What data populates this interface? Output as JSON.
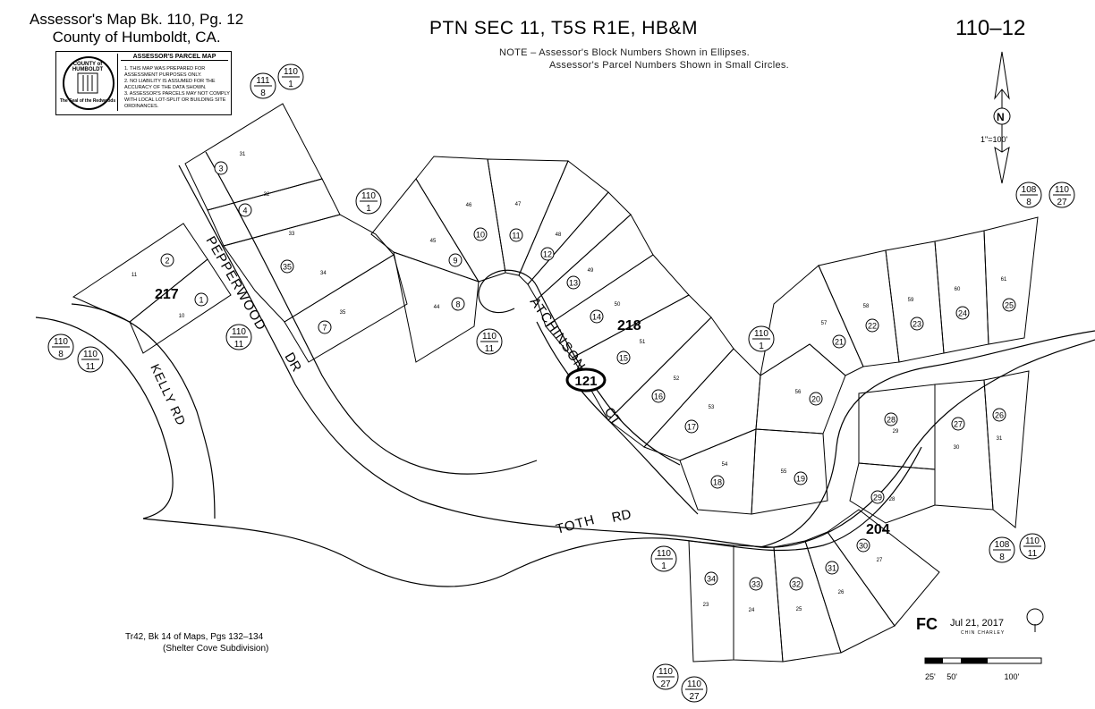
{
  "header": {
    "left_line1": "Assessor's Map Bk. 110, Pg. 12",
    "left_line2": "County of Humboldt, CA.",
    "center_title": "PTN SEC 11, T5S R1E, HB&M",
    "map_number": "110–12",
    "note_line1": "NOTE – Assessor's Block Numbers Shown in Ellipses.",
    "note_line2": "Assessor's Parcel Numbers Shown in Small Circles."
  },
  "legend": {
    "seal_top": "COUNTY of HUMBOLDT",
    "seal_bottom": "The Seal of the Redwoods",
    "title": "ASSESSOR'S PARCEL MAP",
    "notes": [
      "1. THIS MAP WAS PREPARED FOR ASSESSMENT PURPOSES ONLY.",
      "2. NO LIABILITY IS ASSUMED FOR THE ACCURACY OF THE DATA SHOWN.",
      "3. ASSESSOR'S PARCELS MAY NOT COMPLY WITH LOCAL LOT-SPLIT OR BUILDING SITE ORDINANCES."
    ]
  },
  "north_arrow": {
    "letter": "N",
    "scale": "1\"=100'"
  },
  "streets": {
    "pepperwood": "PEPPERWOOD",
    "dr": "DR",
    "kelly": "KELLY RD",
    "atchinson": "ATCHINSON",
    "ct": "CT",
    "toth": "TOTH",
    "rd": "RD"
  },
  "blocks": {
    "b217": "217",
    "b218": "218",
    "b204": "204",
    "b121": "121"
  },
  "references": [
    {
      "top": "111",
      "bottom": "8"
    },
    {
      "top": "110",
      "bottom": "1"
    },
    {
      "top": "110",
      "bottom": "1"
    },
    {
      "top": "110",
      "bottom": "8"
    },
    {
      "top": "110",
      "bottom": "11"
    },
    {
      "top": "110",
      "bottom": "11"
    },
    {
      "top": "110",
      "bottom": "11"
    },
    {
      "top": "110",
      "bottom": "1"
    },
    {
      "top": "110",
      "bottom": "1"
    },
    {
      "top": "108",
      "bottom": "8"
    },
    {
      "top": "110",
      "bottom": "27"
    },
    {
      "top": "108",
      "bottom": "8"
    },
    {
      "top": "110",
      "bottom": "11"
    },
    {
      "top": "110",
      "bottom": "27"
    },
    {
      "top": "110",
      "bottom": "27"
    }
  ],
  "parcels": [
    {
      "n": "3",
      "lot": "31"
    },
    {
      "n": "4",
      "lot": "32"
    },
    {
      "n": "35",
      "lot": "33"
    },
    {
      "n": "7",
      "lot": "35"
    },
    {
      "n": "2",
      "lot": "11"
    },
    {
      "n": "1",
      "lot": "10"
    },
    {
      "n": "9",
      "lot": "45"
    },
    {
      "n": "8",
      "lot": "44"
    },
    {
      "n": "10",
      "lot": "46"
    },
    {
      "n": "11",
      "lot": "47"
    },
    {
      "n": "12",
      "lot": "48"
    },
    {
      "n": "13",
      "lot": "49"
    },
    {
      "n": "14",
      "lot": "50"
    },
    {
      "n": "15",
      "lot": "51"
    },
    {
      "n": "16",
      "lot": "52"
    },
    {
      "n": "17",
      "lot": "53"
    },
    {
      "n": "18",
      "lot": "54"
    },
    {
      "n": "19",
      "lot": "55"
    },
    {
      "n": "20",
      "lot": "56"
    },
    {
      "n": "21",
      "lot": "57"
    },
    {
      "n": "22",
      "lot": "58"
    },
    {
      "n": "23",
      "lot": "59"
    },
    {
      "n": "24",
      "lot": "60"
    },
    {
      "n": "25",
      "lot": "61"
    },
    {
      "n": "28",
      "lot": "29"
    },
    {
      "n": "27",
      "lot": "30"
    },
    {
      "n": "26",
      "lot": "31"
    },
    {
      "n": "29",
      "lot": "28"
    },
    {
      "n": "30",
      "lot": "27"
    },
    {
      "n": "31",
      "lot": "26"
    },
    {
      "n": "32",
      "lot": "25"
    },
    {
      "n": "33",
      "lot": "24"
    },
    {
      "n": "34",
      "lot": "23"
    }
  ],
  "extra_lot_34": "34",
  "footer": {
    "line1": "Tr42, Bk 14 of Maps, Pgs 132–134",
    "line2": "(Shelter Cove Subdivision)"
  },
  "stamp": {
    "logo": "FC",
    "date": "Jul 21, 2017",
    "sub": "CHIN CHARLEY"
  },
  "scale_bar": {
    "l1": "25'",
    "l2": "50'",
    "l3": "100'"
  }
}
